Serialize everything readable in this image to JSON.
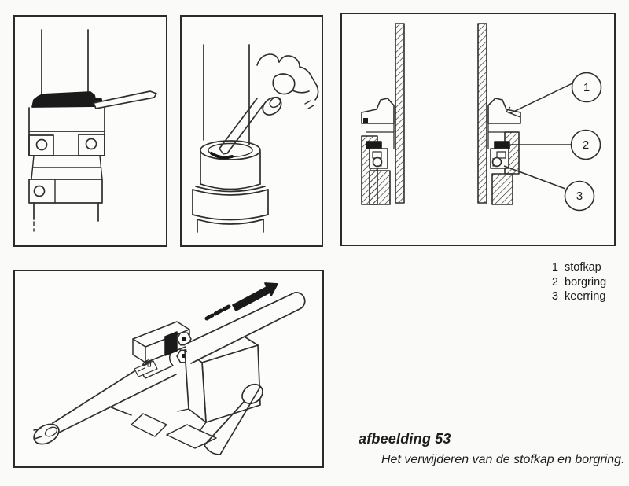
{
  "colors": {
    "paper": "#fafaf9",
    "panel_background": "#fcfcfb",
    "ink": "#2e2e2e",
    "solid_black": "#1a1a1a"
  },
  "legend": {
    "items": [
      {
        "num": "1",
        "label": "stofkap"
      },
      {
        "num": "2",
        "label": "borgring"
      },
      {
        "num": "3",
        "label": "keerring"
      }
    ]
  },
  "callouts": {
    "c1": "1",
    "c2": "2",
    "c3": "3"
  },
  "caption": {
    "title": "afbeelding 53",
    "subtitle": "Het verwijderen van de stofkap en borgring."
  }
}
